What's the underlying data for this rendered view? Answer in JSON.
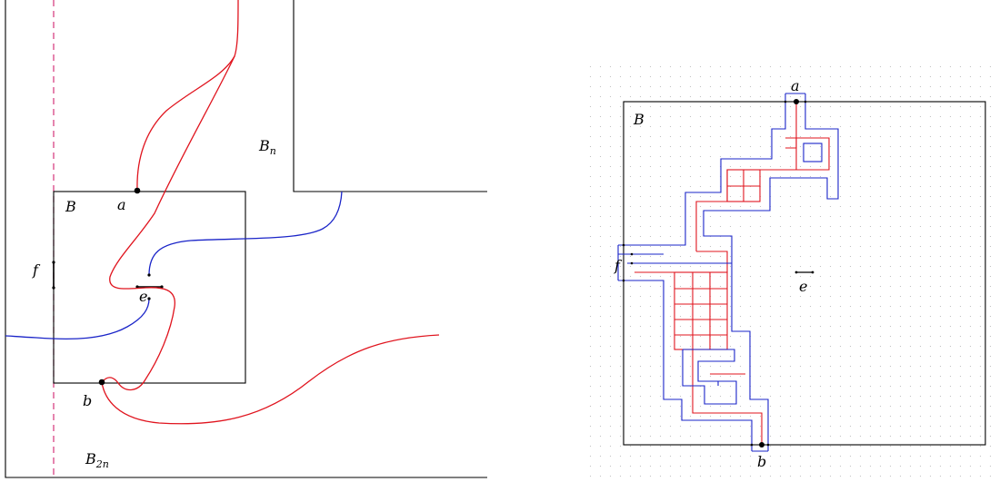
{
  "left_figure": {
    "labels": {
      "a": "a",
      "b": "b",
      "e": "e",
      "f": "f",
      "B": "B",
      "Bn_base": "B",
      "Bn_sub": "n",
      "B2n_base": "B",
      "B2n_sub": "2n"
    }
  },
  "right_figure": {
    "labels": {
      "a": "a",
      "b": "b",
      "e": "e",
      "f": "f",
      "B": "B"
    }
  },
  "colors": {
    "red_path": "#e0141e",
    "blue_path": "#1a24c8",
    "dashed_line": "#d4347a",
    "grid_dots": "#b8b8b8"
  }
}
